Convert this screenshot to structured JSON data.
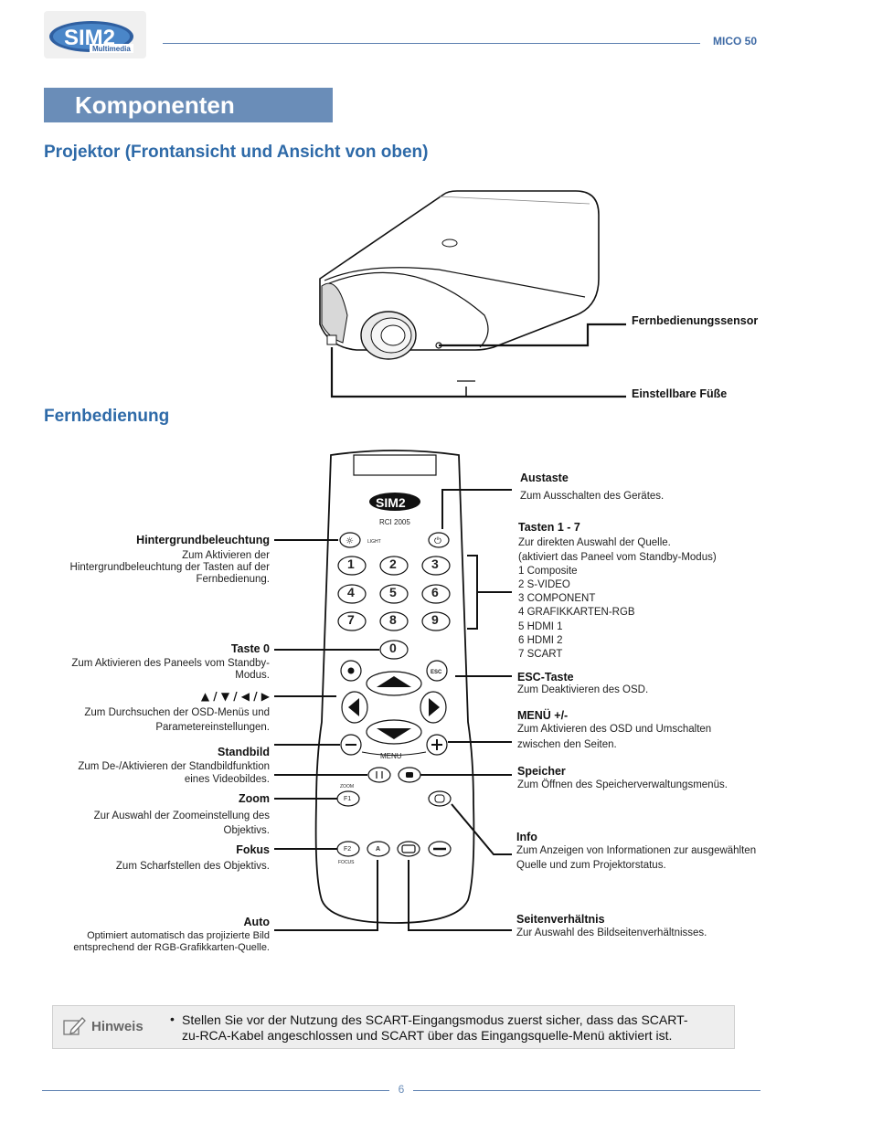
{
  "header": {
    "logo_text": "SIM2",
    "logo_sub": "Multimedia",
    "model": "MICO 50"
  },
  "title": "Komponenten",
  "section1": {
    "heading": "Projektor (Frontansicht und Ansicht von oben)",
    "labels": {
      "sensor": "Fernbedienungssensor",
      "feet": "Einstellbare Füße"
    }
  },
  "section2": {
    "heading": "Fernbedienung",
    "remote": {
      "model": "RCI 2005",
      "light_label": "LIGHT",
      "menu_label": "MENU",
      "zoom_label": "ZOOM",
      "focus_label": "FOCUS",
      "f1": "F1",
      "f2": "F2",
      "esc": "ESC",
      "a": "A",
      "digits": [
        "1",
        "2",
        "3",
        "4",
        "5",
        "6",
        "7",
        "8",
        "9"
      ],
      "zero": "0"
    },
    "left_callouts": {
      "backlight_title": "Hintergrundbeleuchtung",
      "backlight_desc": [
        "Zum Aktivieren der",
        "Hintergrundbeleuchtung der Tasten auf der",
        "Fernbedienung."
      ],
      "key0_title": "Taste 0",
      "key0_desc": [
        "Zum Aktivieren des Paneels vom Standby-",
        "Modus."
      ],
      "arrows_title": "▲ / ▼ / ◀ / ▶",
      "arrows_desc": [
        "Zum Durchsuchen der OSD-Menüs und",
        "Parametereinstellungen."
      ],
      "freeze_title": "Standbild",
      "freeze_desc": [
        "Zum De-/Aktivieren der Standbildfunktion",
        "eines Videobildes."
      ],
      "zoom_title": "Zoom",
      "zoom_desc": [
        "Zur Auswahl der Zoomeinstellung des",
        "Objektivs."
      ],
      "focus_title": "Fokus",
      "focus_desc": [
        "Zum Scharfstellen des Objektivs."
      ],
      "auto_title": "Auto",
      "auto_desc": [
        "Optimiert automatisch das projizierte Bild",
        "entsprechend der RGB-Grafikkarten-Quelle."
      ]
    },
    "right_callouts": {
      "power_title": "Austaste",
      "power_desc": [
        "Zum Ausschalten des Gerätes."
      ],
      "keys17_title": "Tasten 1 - 7",
      "keys17_desc": [
        "Zur direkten Auswahl der Quelle.",
        "(aktiviert das Paneel vom Standby-Modus)",
        "1 Composite",
        "2 S-VIDEO",
        "3 COMPONENT",
        "4 GRAFIKKARTEN-RGB",
        "5 HDMI 1",
        "6 HDMI 2",
        "7 SCART"
      ],
      "esc_title": "ESC-Taste",
      "esc_desc": [
        "Zum Deaktivieren des OSD."
      ],
      "menu_title": "MENÜ +/-",
      "menu_desc": [
        "Zum Aktivieren des OSD und Umschalten",
        "zwischen den Seiten."
      ],
      "memory_title": "Speicher",
      "memory_desc": [
        "Zum Öffnen des Speicherverwaltungsmenüs."
      ],
      "info_title": "Info",
      "info_desc": [
        "Zum Anzeigen von Informationen zur ausgewählten",
        "Quelle und zum Projektorstatus."
      ],
      "aspect_title": "Seitenverhältnis",
      "aspect_desc": [
        "Zur Auswahl des Bildseitenverhältnisses."
      ]
    }
  },
  "note": {
    "title": "Hinweis",
    "text": [
      "Stellen Sie vor der Nutzung des SCART-Eingangsmodus zuerst sicher, dass das SCART-",
      "zu-RCA-Kabel angeschlossen und SCART über das Eingangsquelle-Menü aktiviert ist."
    ]
  },
  "footer": {
    "page": "6"
  }
}
